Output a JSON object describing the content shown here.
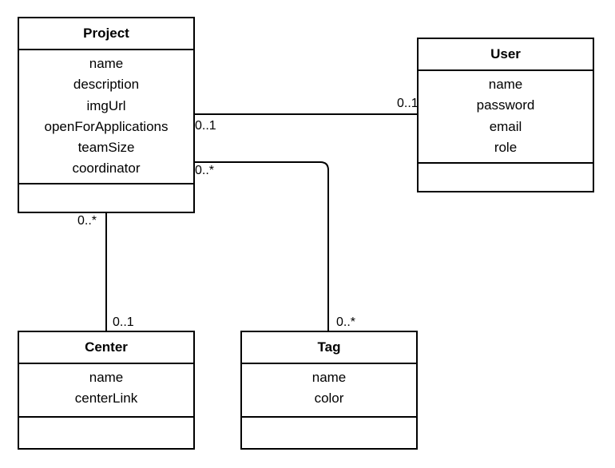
{
  "classes": {
    "project": {
      "name": "Project",
      "attributes": [
        "name",
        "description",
        "imgUrl",
        "openForApplications",
        "teamSize",
        "coordinator"
      ]
    },
    "user": {
      "name": "User",
      "attributes": [
        "name",
        "password",
        "email",
        "role"
      ]
    },
    "center": {
      "name": "Center",
      "attributes": [
        "name",
        "centerLink"
      ]
    },
    "tag": {
      "name": "Tag",
      "attributes": [
        "name",
        "color"
      ]
    }
  },
  "associations": {
    "project_user": {
      "source_multiplicity": "0..1",
      "target_multiplicity": "0..1"
    },
    "project_tag": {
      "source_multiplicity": "0..*",
      "target_multiplicity": "0..*"
    },
    "project_center": {
      "source_multiplicity": "0..*",
      "target_multiplicity": "0..1"
    }
  },
  "colors": {
    "line": "#000000",
    "background": "#ffffff"
  }
}
